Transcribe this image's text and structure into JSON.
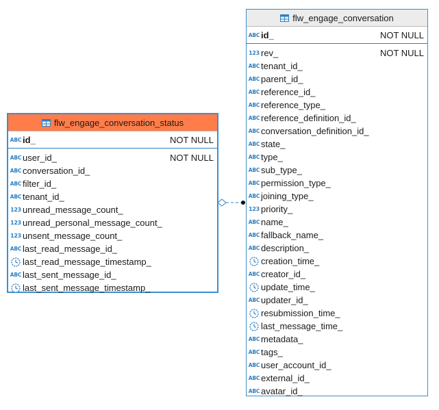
{
  "colors": {
    "status_header_bg": "#ff7d4a",
    "conversation_header_bg": "#ececec",
    "border": "#3d8fc4",
    "icon": "#2e7fbf"
  },
  "status_table": {
    "title": "flw_engage_conversation_status",
    "pk": {
      "name": "id_",
      "nullability": "NOT NULL",
      "type_icon": "abc-icon"
    },
    "columns": [
      {
        "name": "user_id_",
        "nullability": "NOT NULL",
        "type_icon": "abc-icon"
      },
      {
        "name": "conversation_id_",
        "nullability": "",
        "type_icon": "abc-icon"
      },
      {
        "name": "filter_id_",
        "nullability": "",
        "type_icon": "abc-icon"
      },
      {
        "name": "tenant_id_",
        "nullability": "",
        "type_icon": "abc-icon"
      },
      {
        "name": "unread_message_count_",
        "nullability": "",
        "type_icon": "number-icon"
      },
      {
        "name": "unread_personal_message_count_",
        "nullability": "",
        "type_icon": "number-icon"
      },
      {
        "name": "unsent_message_count_",
        "nullability": "",
        "type_icon": "number-icon"
      },
      {
        "name": "last_read_message_id_",
        "nullability": "",
        "type_icon": "abc-icon"
      },
      {
        "name": "last_read_message_timestamp_",
        "nullability": "",
        "type_icon": "clock-icon"
      },
      {
        "name": "last_sent_message_id_",
        "nullability": "",
        "type_icon": "abc-icon"
      },
      {
        "name": "last_sent_message_timestamp_",
        "nullability": "",
        "type_icon": "clock-icon"
      }
    ]
  },
  "conversation_table": {
    "title": "flw_engage_conversation",
    "pk": {
      "name": "id_",
      "nullability": "NOT NULL",
      "type_icon": "abc-icon"
    },
    "columns": [
      {
        "name": "rev_",
        "nullability": "NOT NULL",
        "type_icon": "number-icon"
      },
      {
        "name": "tenant_id_",
        "nullability": "",
        "type_icon": "abc-icon"
      },
      {
        "name": "parent_id_",
        "nullability": "",
        "type_icon": "abc-icon"
      },
      {
        "name": "reference_id_",
        "nullability": "",
        "type_icon": "abc-icon"
      },
      {
        "name": "reference_type_",
        "nullability": "",
        "type_icon": "abc-icon"
      },
      {
        "name": "reference_definition_id_",
        "nullability": "",
        "type_icon": "abc-icon"
      },
      {
        "name": "conversation_definition_id_",
        "nullability": "",
        "type_icon": "abc-icon"
      },
      {
        "name": "state_",
        "nullability": "",
        "type_icon": "abc-icon"
      },
      {
        "name": "type_",
        "nullability": "",
        "type_icon": "abc-icon"
      },
      {
        "name": "sub_type_",
        "nullability": "",
        "type_icon": "abc-icon"
      },
      {
        "name": "permission_type_",
        "nullability": "",
        "type_icon": "abc-icon"
      },
      {
        "name": "joining_type_",
        "nullability": "",
        "type_icon": "abc-icon"
      },
      {
        "name": "priority_",
        "nullability": "",
        "type_icon": "number-icon"
      },
      {
        "name": "name_",
        "nullability": "",
        "type_icon": "abc-icon"
      },
      {
        "name": "fallback_name_",
        "nullability": "",
        "type_icon": "abc-icon"
      },
      {
        "name": "description_",
        "nullability": "",
        "type_icon": "abc-icon"
      },
      {
        "name": "creation_time_",
        "nullability": "",
        "type_icon": "clock-icon"
      },
      {
        "name": "creator_id_",
        "nullability": "",
        "type_icon": "abc-icon"
      },
      {
        "name": "update_time_",
        "nullability": "",
        "type_icon": "clock-icon"
      },
      {
        "name": "updater_id_",
        "nullability": "",
        "type_icon": "abc-icon"
      },
      {
        "name": "resubmission_time_",
        "nullability": "",
        "type_icon": "clock-icon"
      },
      {
        "name": "last_message_time_",
        "nullability": "",
        "type_icon": "clock-icon"
      },
      {
        "name": "metadata_",
        "nullability": "",
        "type_icon": "abc-icon"
      },
      {
        "name": "tags_",
        "nullability": "",
        "type_icon": "abc-icon"
      },
      {
        "name": "user_account_id_",
        "nullability": "",
        "type_icon": "abc-icon"
      },
      {
        "name": "external_id_",
        "nullability": "",
        "type_icon": "abc-icon"
      },
      {
        "name": "avatar_id_",
        "nullability": "",
        "type_icon": "abc-icon"
      }
    ]
  }
}
